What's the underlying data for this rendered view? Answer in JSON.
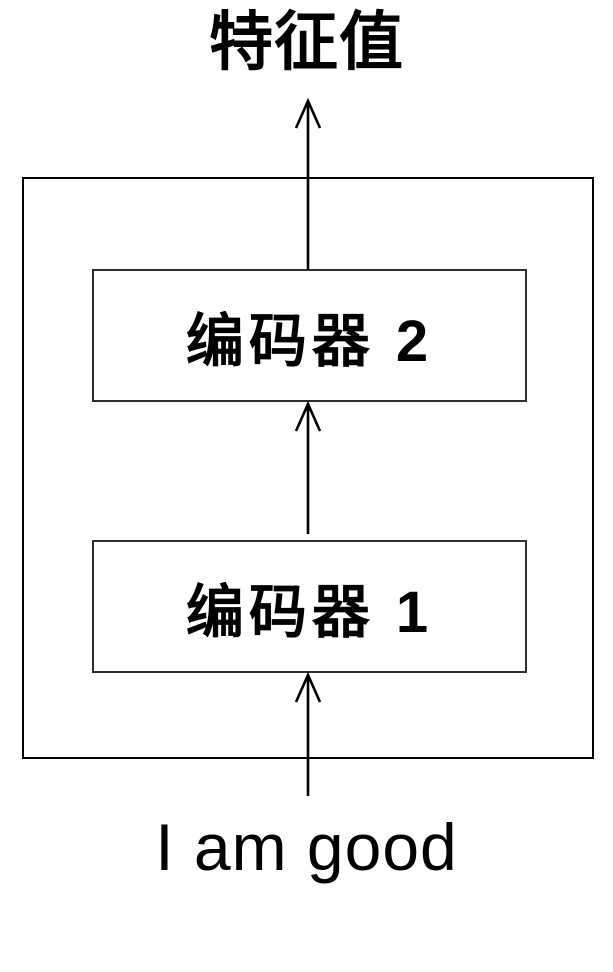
{
  "figure": {
    "output_label": "特征值",
    "input_label": "I am good",
    "encoders": [
      {
        "label": "编码器 1"
      },
      {
        "label": "编码器 2"
      }
    ],
    "arrow_icon": "up-arrow",
    "colors": {
      "background": "#ffffff",
      "text": "#000000",
      "outer_box_border": "#000000",
      "encoder_box_border": "#2e2e2e",
      "arrow_line": "#000000"
    }
  }
}
